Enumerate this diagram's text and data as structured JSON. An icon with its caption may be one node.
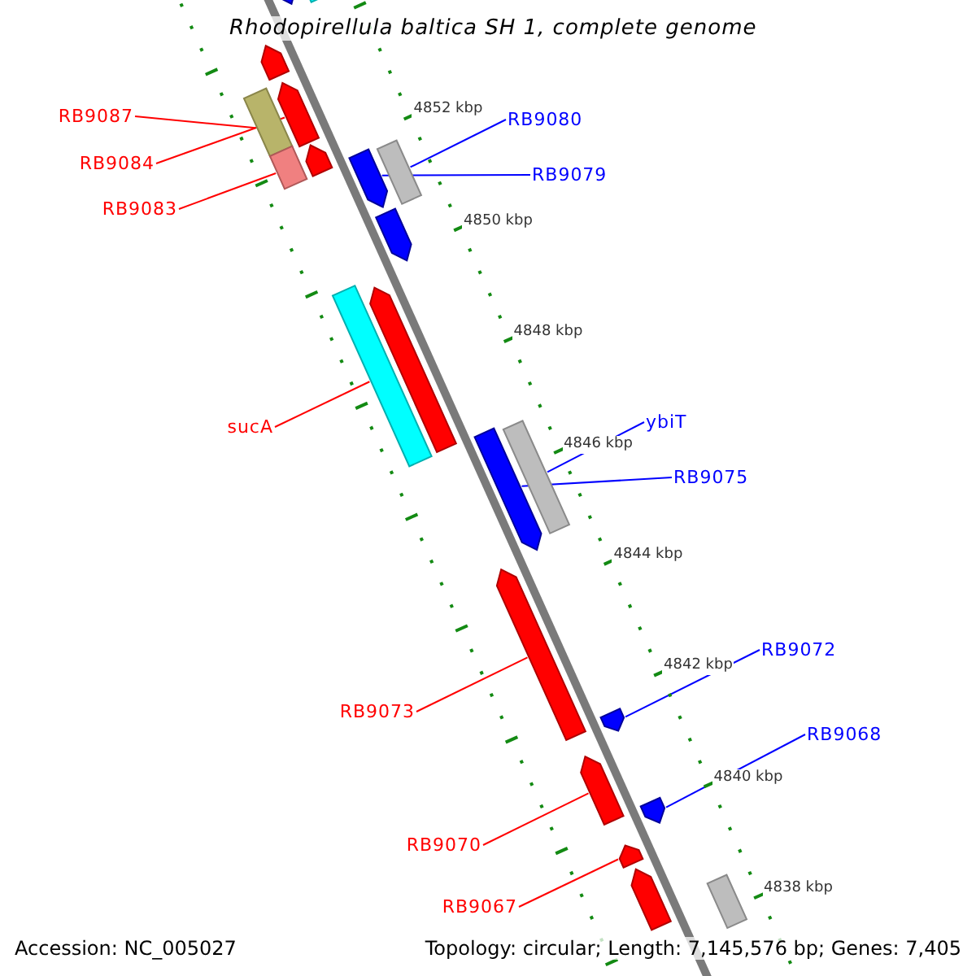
{
  "diagram": {
    "title": "Rhodopirellula baltica SH 1, complete genome",
    "nodes": [
      {
        "text": [
          "RB9087"
        ]
      },
      {
        "text": [
          "RB9080"
        ]
      },
      {
        "text": [
          "RB9084"
        ]
      },
      {
        "text": [
          "RB9079"
        ]
      },
      {
        "text": [
          "RB9083"
        ]
      },
      {
        "text": [
          "ybiT"
        ]
      },
      {
        "text": [
          "sucA"
        ]
      },
      {
        "text": [
          "RB9075"
        ]
      },
      {
        "text": [
          "RB9072"
        ]
      },
      {
        "text": [
          "RB9073"
        ]
      },
      {
        "text": [
          "RB9068"
        ]
      },
      {
        "text": [
          "RB9070"
        ]
      },
      {
        "text": [
          "RB9067"
        ]
      },
      {
        "text": [],
        "shape": "bar"
      },
      {
        "text": [],
        "shape": "bar"
      },
      {
        "text": [],
        "shape": "bar"
      },
      {
        "text": [],
        "shape": "bar"
      },
      {
        "text": [],
        "shape": "bar"
      },
      {
        "text": [],
        "shape": "bar"
      },
      {
        "text": [],
        "shape": "bar"
      },
      {
        "text": [],
        "shape": "bar"
      },
      {
        "text": [],
        "shape": "bar"
      },
      {
        "text": [],
        "shape": "bar"
      },
      {
        "text": [],
        "shape": "bar"
      },
      {
        "text": [],
        "shape": "bar"
      },
      {
        "text": [],
        "shape": "bar"
      },
      {
        "text": [],
        "shape": "bar"
      },
      {
        "text": [],
        "shape": "bar"
      },
      {
        "text": [],
        "shape": "bar"
      },
      {
        "text": [],
        "shape": "bar"
      },
      {
        "text": [],
        "shape": "bar"
      },
      {
        "text": [],
        "shape": "bar"
      },
      {
        "text": [],
        "shape": "bar"
      },
      {
        "text": [],
        "shape": "bar"
      }
    ],
    "edges": [
      {
        "from": 0,
        "to": 16,
        "arrow": "none"
      },
      {
        "from": 1,
        "to": 21,
        "arrow": "none",
        "color": "#0000ff"
      },
      {
        "from": 2,
        "to": 17,
        "arrow": "none"
      },
      {
        "from": 3,
        "to": 20,
        "arrow": "none",
        "color": "#0000ff"
      },
      {
        "from": 4,
        "to": 18,
        "arrow": "none"
      },
      {
        "from": 5,
        "to": 26,
        "arrow": "none",
        "color": "#0000ff"
      },
      {
        "from": 6,
        "to": 23,
        "arrow": "none"
      },
      {
        "from": 7,
        "to": 25,
        "arrow": "none",
        "color": "#0000ff"
      },
      {
        "from": 8,
        "to": 28,
        "arrow": "none",
        "color": "#0000ff"
      },
      {
        "from": 9,
        "to": 27,
        "arrow": "none"
      },
      {
        "from": 10,
        "to": 30,
        "arrow": "none",
        "color": "#0000ff"
      },
      {
        "from": 11,
        "to": 29,
        "arrow": "none"
      },
      {
        "from": 12,
        "to": 31,
        "arrow": "none"
      }
    ],
    "labels": [
      "4852 kbp",
      "4850 kbp",
      "4848 kbp",
      "4846 kbp",
      "4844 kbp",
      "4842 kbp",
      "4840 kbp",
      "4838 kbp",
      "Accession: NC_005027",
      "Topology: circular; Length: 7,145,576 bp; Genes: 7,405"
    ]
  }
}
